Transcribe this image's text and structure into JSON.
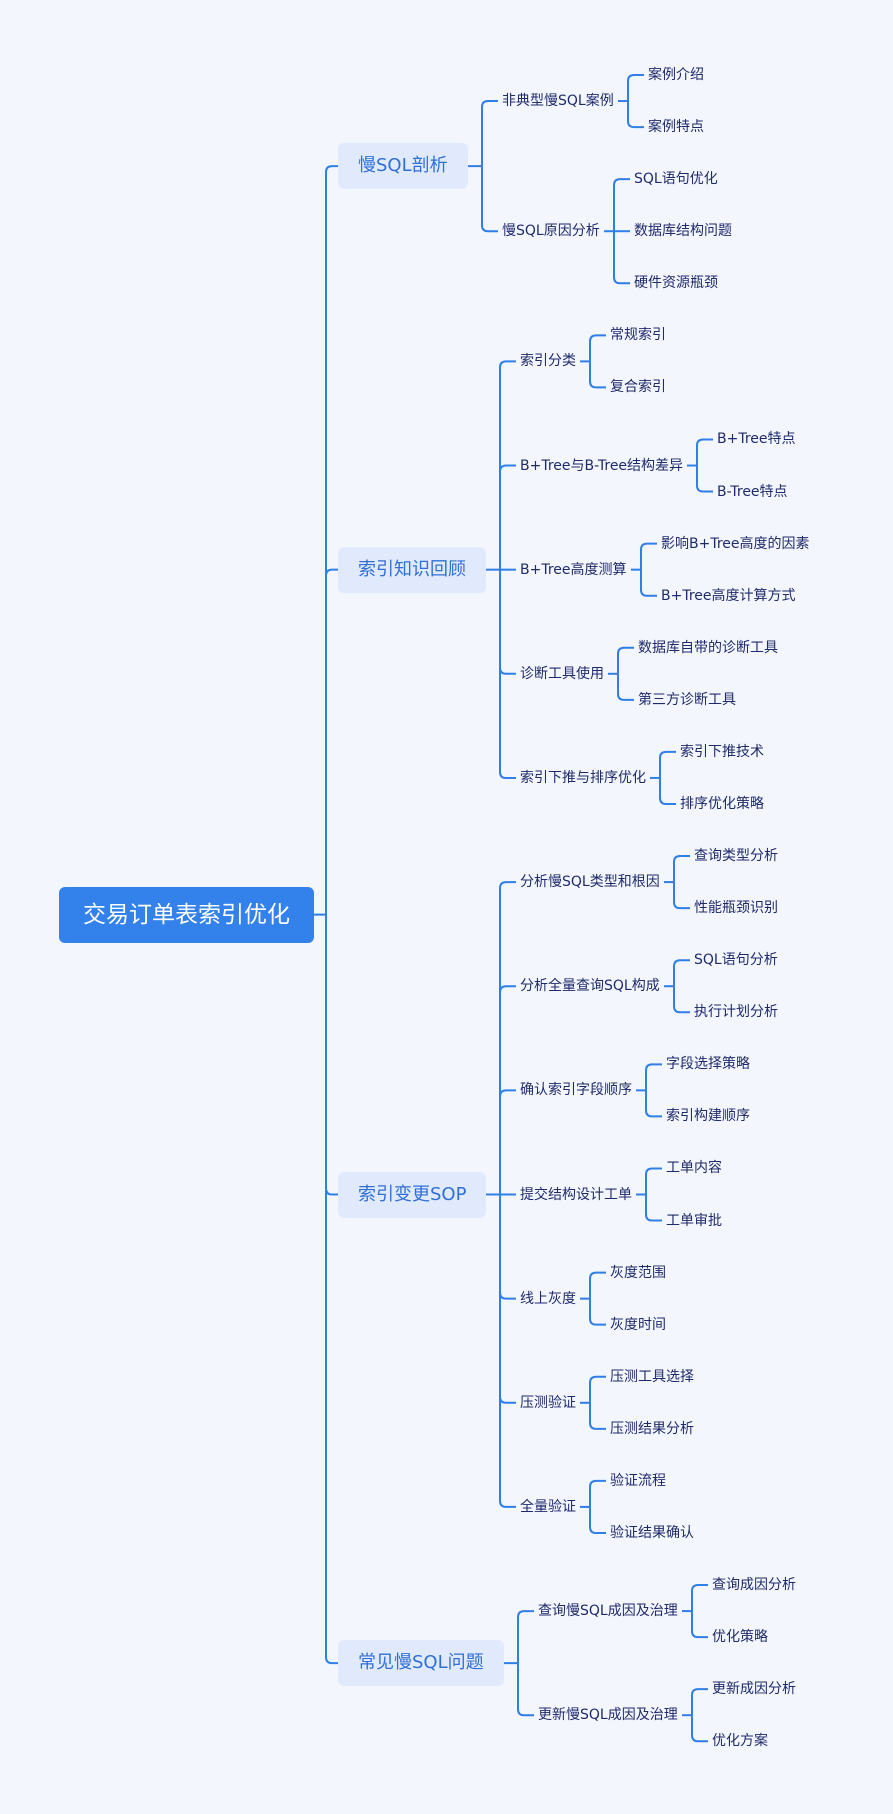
{
  "mindmap": {
    "title": "交易订单表索引优化",
    "line_color": "#2f7fe8",
    "children": [
      {
        "label": "慢SQL剖析",
        "children": [
          {
            "label": "非典型慢SQL案例",
            "children": [
              {
                "label": "案例介绍"
              },
              {
                "label": "案例特点"
              }
            ]
          },
          {
            "label": "慢SQL原因分析",
            "children": [
              {
                "label": "SQL语句优化"
              },
              {
                "label": "数据库结构问题"
              },
              {
                "label": "硬件资源瓶颈"
              }
            ]
          }
        ]
      },
      {
        "label": "索引知识回顾",
        "children": [
          {
            "label": "索引分类",
            "children": [
              {
                "label": "常规索引"
              },
              {
                "label": "复合索引"
              }
            ]
          },
          {
            "label": "B+Tree与B-Tree结构差异",
            "children": [
              {
                "label": "B+Tree特点"
              },
              {
                "label": "B-Tree特点"
              }
            ]
          },
          {
            "label": "B+Tree高度测算",
            "children": [
              {
                "label": "影响B+Tree高度的因素"
              },
              {
                "label": "B+Tree高度计算方式"
              }
            ]
          },
          {
            "label": "诊断工具使用",
            "children": [
              {
                "label": "数据库自带的诊断工具"
              },
              {
                "label": "第三方诊断工具"
              }
            ]
          },
          {
            "label": "索引下推与排序优化",
            "children": [
              {
                "label": "索引下推技术"
              },
              {
                "label": "排序优化策略"
              }
            ]
          }
        ]
      },
      {
        "label": "索引变更SOP",
        "children": [
          {
            "label": "分析慢SQL类型和根因",
            "children": [
              {
                "label": "查询类型分析"
              },
              {
                "label": "性能瓶颈识别"
              }
            ]
          },
          {
            "label": "分析全量查询SQL构成",
            "children": [
              {
                "label": "SQL语句分析"
              },
              {
                "label": "执行计划分析"
              }
            ]
          },
          {
            "label": "确认索引字段顺序",
            "children": [
              {
                "label": "字段选择策略"
              },
              {
                "label": "索引构建顺序"
              }
            ]
          },
          {
            "label": "提交结构设计工单",
            "children": [
              {
                "label": "工单内容"
              },
              {
                "label": "工单审批"
              }
            ]
          },
          {
            "label": "线上灰度",
            "children": [
              {
                "label": "灰度范围"
              },
              {
                "label": "灰度时间"
              }
            ]
          },
          {
            "label": "压测验证",
            "children": [
              {
                "label": "压测工具选择"
              },
              {
                "label": "压测结果分析"
              }
            ]
          },
          {
            "label": "全量验证",
            "children": [
              {
                "label": "验证流程"
              },
              {
                "label": "验证结果确认"
              }
            ]
          }
        ]
      },
      {
        "label": "常见慢SQL问题",
        "children": [
          {
            "label": "查询慢SQL成因及治理",
            "children": [
              {
                "label": "查询成因分析"
              },
              {
                "label": "优化策略"
              }
            ]
          },
          {
            "label": "更新慢SQL成因及治理",
            "children": [
              {
                "label": "更新成因分析"
              },
              {
                "label": "优化方案"
              }
            ]
          }
        ]
      }
    ]
  }
}
